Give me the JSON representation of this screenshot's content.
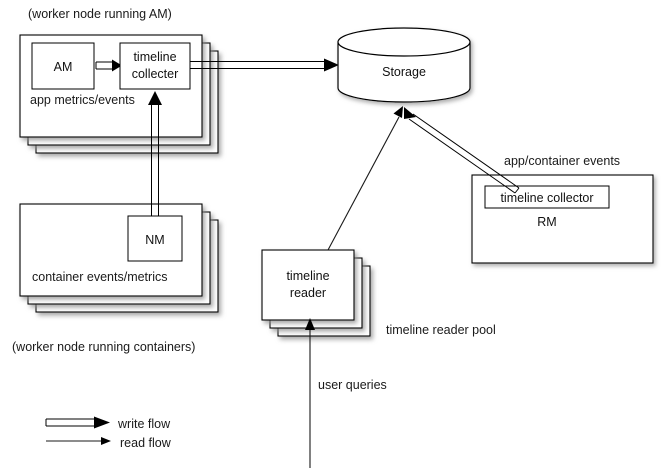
{
  "diagram": {
    "title_visible": false,
    "background_color": "#ffffff",
    "stroke_color": "#000000",
    "text_color": "#1a1a1a"
  },
  "captions": {
    "worker_node_am": "(worker node running AM)",
    "worker_node_containers": "(worker node running containers)",
    "app_metrics_events": "app metrics/events",
    "container_events_metrics": "container events/metrics",
    "app_container_events": "app/container events",
    "timeline_reader_pool": "timeline reader pool",
    "user_queries": "user queries"
  },
  "nodes": {
    "am": "AM",
    "timeline_collecter_am": "timeline\ncollecter",
    "timeline_collecter_am_line1": "timeline",
    "timeline_collecter_am_line2": "collecter",
    "nm": "NM",
    "storage": "Storage",
    "timeline_reader_line1": "timeline",
    "timeline_reader_line2": "reader",
    "rm": "RM",
    "timeline_collector_rm": "timeline collector"
  },
  "legend": {
    "items": [
      {
        "label": "write flow",
        "style": "double-line-arrow"
      },
      {
        "label": "read flow",
        "style": "single-line-arrow"
      }
    ]
  },
  "flows": [
    {
      "from": "AM",
      "to": "timeline collecter",
      "type": "write"
    },
    {
      "from": "timeline collecter",
      "to": "Storage",
      "type": "write"
    },
    {
      "from": "NM",
      "to": "timeline collecter",
      "type": "write"
    },
    {
      "from": "timeline collector (RM)",
      "to": "Storage",
      "type": "write"
    },
    {
      "from": "timeline reader",
      "to": "Storage",
      "type": "read"
    },
    {
      "from": "user queries",
      "to": "timeline reader",
      "type": "read"
    }
  ]
}
